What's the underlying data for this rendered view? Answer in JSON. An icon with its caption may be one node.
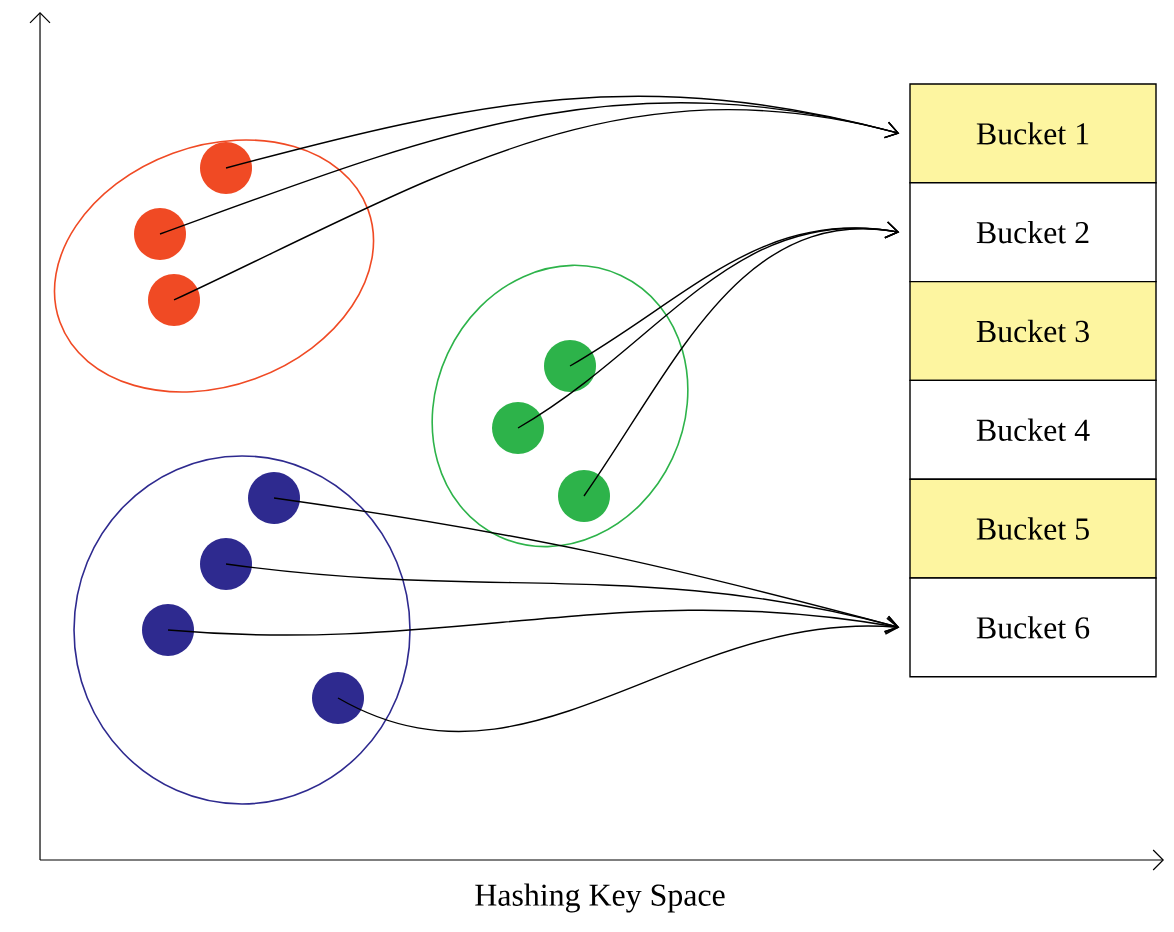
{
  "diagram": {
    "nodes": [
      {
        "text": [],
        "shape": "ellipse"
      },
      {
        "text": [],
        "shape": "circle",
        "in": 0
      },
      {
        "text": [],
        "shape": "circle",
        "in": 0
      },
      {
        "text": [],
        "shape": "circle",
        "in": 0
      },
      {
        "text": [],
        "shape": "ellipse"
      },
      {
        "text": [],
        "shape": "circle",
        "in": 4
      },
      {
        "text": [],
        "shape": "circle",
        "in": 4
      },
      {
        "text": [],
        "shape": "circle",
        "in": 4
      },
      {
        "text": [],
        "shape": "ellipse"
      },
      {
        "text": [],
        "shape": "circle",
        "in": 8
      },
      {
        "text": [],
        "shape": "circle",
        "in": 8
      },
      {
        "text": [],
        "shape": "circle",
        "in": 8
      },
      {
        "text": [],
        "shape": "circle",
        "in": 8
      },
      {
        "text": [
          "Bucket 1"
        ]
      },
      {
        "text": [
          "Bucket 2"
        ]
      },
      {
        "text": [
          "Bucket 3"
        ]
      },
      {
        "text": [
          "Bucket 4"
        ]
      },
      {
        "text": [
          "Bucket 5"
        ]
      },
      {
        "text": [
          "Bucket 6"
        ]
      }
    ],
    "edges": [
      {
        "from": 1,
        "to": 13,
        "arrow": "to"
      },
      {
        "from": 2,
        "to": 13,
        "arrow": "to"
      },
      {
        "from": 3,
        "to": 13,
        "arrow": "to"
      },
      {
        "from": 5,
        "to": 14,
        "arrow": "to"
      },
      {
        "from": 6,
        "to": 14,
        "arrow": "to"
      },
      {
        "from": 7,
        "to": 14,
        "arrow": "to"
      },
      {
        "from": 9,
        "to": 18,
        "arrow": "to"
      },
      {
        "from": 10,
        "to": 18,
        "arrow": "to"
      },
      {
        "from": 11,
        "to": 18,
        "arrow": "to"
      },
      {
        "from": 12,
        "to": 18,
        "arrow": "to"
      }
    ],
    "labels": [
      "Hashing Key Space"
    ]
  }
}
